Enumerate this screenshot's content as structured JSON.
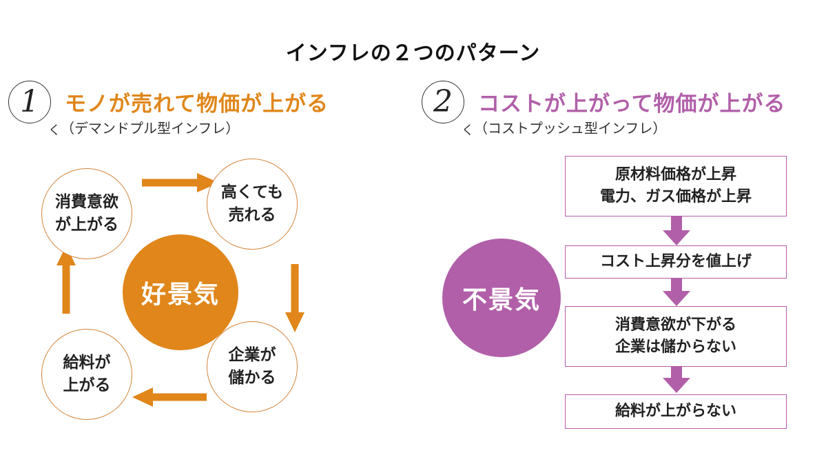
{
  "title": "インフレの２つのパターン",
  "colors": {
    "orange": "#e0861a",
    "purple": "#b15fa9",
    "node_border": "#d4843a",
    "box_border": "#b55aa8"
  },
  "left": {
    "number": "1",
    "heading": "モノが売れて物価が上がる",
    "subtitle": "（デマンドプル型インフレ）",
    "center": "好景気",
    "nodes": {
      "top_left": [
        "消費意欲",
        "が上がる"
      ],
      "top_right": [
        "高くても",
        "売れる"
      ],
      "bottom_right": [
        "企業が",
        "儲かる"
      ],
      "bottom_left": [
        "給料が",
        "上がる"
      ]
    }
  },
  "right": {
    "number": "2",
    "heading": "コストが上がって物価が上がる",
    "subtitle": "（コストプッシュ型インフレ）",
    "center": "不景気",
    "steps": [
      [
        "原材料価格が上昇",
        "電力、ガス価格が上昇"
      ],
      [
        "コスト上昇分を値上げ"
      ],
      [
        "消費意欲が下がる",
        "企業は儲からない"
      ],
      [
        "給料が上がらない"
      ]
    ]
  }
}
